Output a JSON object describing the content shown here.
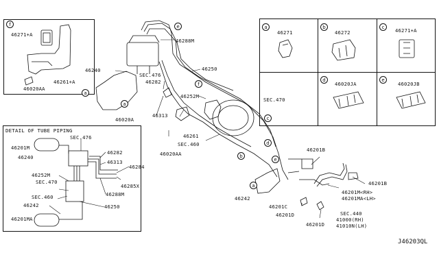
{
  "diagram_code": "J46203QL",
  "detail_title": "DETAIL OF TUBE PIPING",
  "callouts": {
    "a": "a",
    "b": "b",
    "c": "c",
    "d": "d",
    "e": "e",
    "f": "f"
  },
  "legend": {
    "a": {
      "letter": "a",
      "part": "46271"
    },
    "b": {
      "letter": "b",
      "part": "46272"
    },
    "c": {
      "letter": "c",
      "part": "46271+A"
    },
    "d": {
      "letter": "d",
      "part": "46020JA"
    },
    "e": {
      "letter": "e",
      "part": "46020JB"
    }
  },
  "inset_f": {
    "letter": "f",
    "clip": "46271+A",
    "bracket": "46261+A",
    "bolt": "46020AA"
  },
  "main_labels": {
    "p46288M": "46288M",
    "p46240": "46240",
    "sec476": "SEC.476",
    "p46282": "46282",
    "p46250": "46250",
    "p46252M": "46252M",
    "sec470": "SEC.470",
    "p46020A": "46020A",
    "p46313": "46313",
    "p46261": "46261",
    "sec460": "SEC.460",
    "p46020AA": "46020AA",
    "p46201B_a": "46201B",
    "p46201B_b": "46201B",
    "p46201M": "46201M<RH>",
    "p46201MA": "46201MA<LH>",
    "p46242": "46242",
    "p46201C": "46201C",
    "p46201D_a": "46201D",
    "p46201D_b": "46201D",
    "sec440": "SEC.440",
    "p41000": "41000(RH)",
    "p41010": "41010N(LH)"
  },
  "detail_labels": {
    "d46201M": "46201M",
    "d46240": "46240",
    "dsec476": "SEC.476",
    "d46282": "46282",
    "d46313": "46313",
    "d46284": "46284",
    "d46252M": "46252M",
    "dsec470": "SEC.470",
    "d46285X": "46285X",
    "d46288M": "46288M",
    "dsec460": "SEC.460",
    "d46250": "46250",
    "d46242": "46242",
    "d46201MA": "46201MA"
  }
}
